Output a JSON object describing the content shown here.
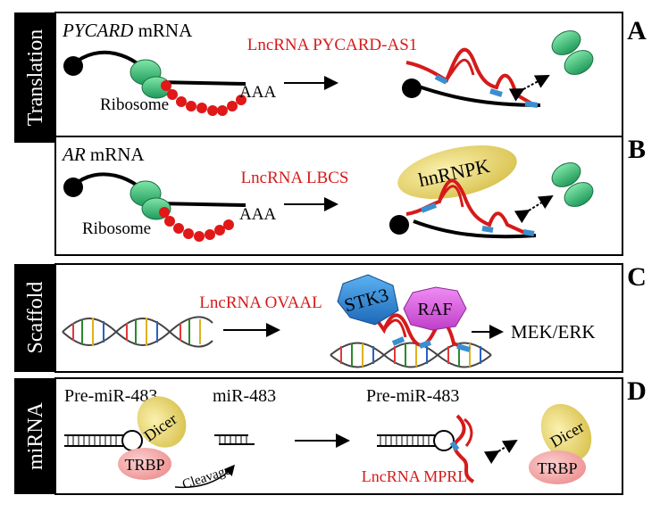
{
  "colors": {
    "lncrna_red": "#d61a1a",
    "ribosome_green": "#2fb572",
    "dicer_yellow": "#e2cf58",
    "trbp_pink": "#f0a0a0",
    "stk3_blue": "#2a7fd0",
    "raf_magenta": "#d05ad8",
    "side_tab": "#000000",
    "blue_segment": "#3a8fd0"
  },
  "panels": [
    {
      "letter": "A",
      "side_label": "Translation",
      "mrna_name": "PYCARD",
      "mrna_suffix": " mRNA",
      "lncrna": "LncRNA PYCARD-AS1",
      "ribosome": "Ribosome",
      "polyA": "AAA"
    },
    {
      "letter": "B",
      "mrna_name": "AR",
      "mrna_suffix": " mRNA",
      "lncrna": "LncRNA LBCS",
      "ribosome": "Ribosome",
      "polyA": "AAA",
      "protein": "hnRNPK"
    },
    {
      "letter": "C",
      "side_label": "Scaffold",
      "lncrna": "LncRNA OVAAL",
      "protein1": "STK3",
      "protein2": "RAF",
      "product": "MEK/ERK"
    },
    {
      "letter": "D",
      "side_label": "miRNA",
      "pre_mir_left": "Pre-miR-483",
      "mir": "miR-483",
      "pre_mir_right": "Pre-miR-483",
      "dicer": "Dicer",
      "trbp": "TRBP",
      "cleavage": "Cleavage",
      "lncrna": "LncRNA MPRL"
    }
  ]
}
